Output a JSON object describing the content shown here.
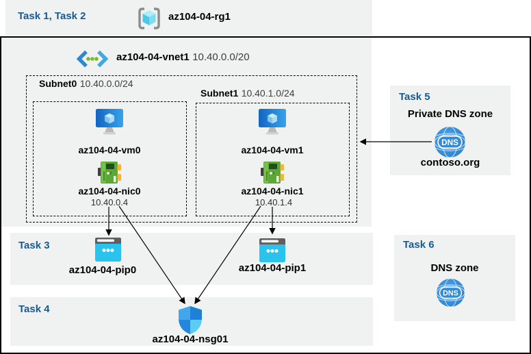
{
  "colors": {
    "task_label_blue": "#175a94",
    "panel_gray": "#f0f1f1",
    "border_black": "#000000",
    "vm_blue": "#1565c8",
    "nic_green": "#5ca837",
    "pip_cyan": "#29c3ee",
    "shield_blue": "#2286dc",
    "dns_circle_blue": "#2e86d4"
  },
  "header": {
    "tasks_label": "Task 1, Task 2",
    "resource_group_name": "az104-04-rg1"
  },
  "vnet": {
    "name": "az104-04-vnet1",
    "cidr": "10.40.0.0/20",
    "subnets": [
      {
        "name": "Subnet0",
        "cidr": "10.40.0.0/24",
        "vm_name": "az104-04-vm0",
        "nic_name": "az104-04-nic0",
        "nic_ip": "10.40.0.4"
      },
      {
        "name": "Subnet1",
        "cidr": "10.40.1.0/24",
        "vm_name": "az104-04-vm1",
        "nic_name": "az104-04-nic1",
        "nic_ip": "10.40.1.4"
      }
    ]
  },
  "task3": {
    "label": "Task 3",
    "pip0_name": "az104-04-pip0",
    "pip1_name": "az104-04-pip1"
  },
  "task4": {
    "label": "Task 4",
    "nsg_name": "az104-04-nsg01"
  },
  "task5": {
    "label": "Task 5",
    "title": "Private DNS zone",
    "zone_name": "contoso.org"
  },
  "task6": {
    "label": "Task 6",
    "title": "DNS zone"
  },
  "icons": {
    "dns_badge_text": "DNS"
  }
}
